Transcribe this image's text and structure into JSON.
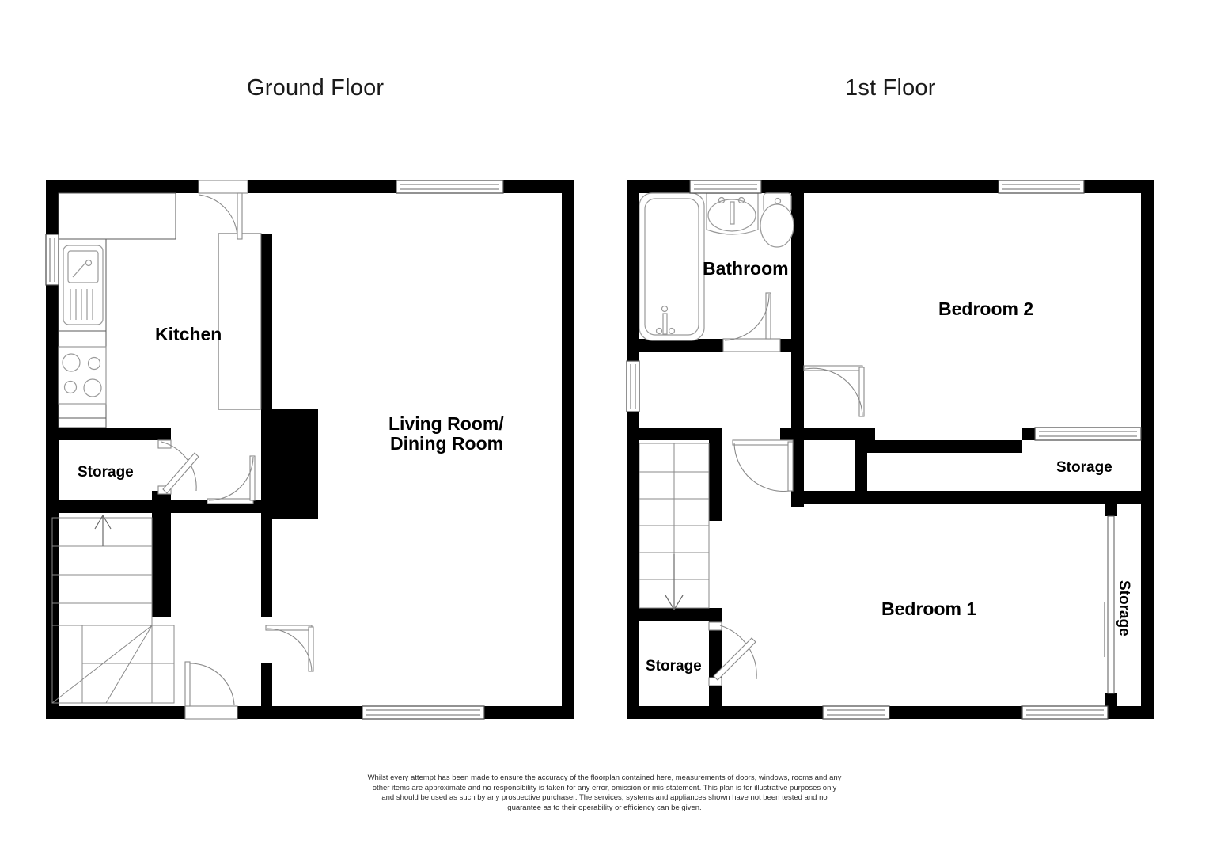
{
  "document": {
    "type": "floorplan",
    "background_color": "#ffffff",
    "wall_color": "#000000"
  },
  "floors": [
    {
      "id": "ground",
      "title": "Ground Floor",
      "rooms": [
        {
          "name": "Kitchen",
          "label": "Kitchen"
        },
        {
          "name": "Living Room/Dining Room",
          "label_line1": "Living Room/",
          "label_line2": "Dining Room"
        },
        {
          "name": "Storage",
          "label": "Storage"
        }
      ],
      "fixtures": [
        "sink-with-drainer",
        "hob-four-ring",
        "worktop-run",
        "staircase-up"
      ],
      "openings": [
        "front-door",
        "internal-door-hall",
        "internal-door-storage",
        "internal-door-living",
        "window-kitchen-left",
        "window-living-top",
        "window-living-bottom"
      ]
    },
    {
      "id": "first",
      "title": "1st Floor",
      "rooms": [
        {
          "name": "Bathroom",
          "label": "Bathroom"
        },
        {
          "name": "Bedroom 2",
          "label": "Bedroom 2"
        },
        {
          "name": "Bedroom 1",
          "label": "Bedroom 1"
        },
        {
          "name": "Storage (landing cupboard)",
          "label": "Storage"
        },
        {
          "name": "Storage (bedroom 1 right)",
          "label": "Storage"
        },
        {
          "name": "Storage (stairs cupboard)",
          "label": "Storage"
        }
      ],
      "fixtures": [
        "bath",
        "wash-basin",
        "wc",
        "staircase-down"
      ],
      "openings": [
        "door-bathroom",
        "door-bedroom2",
        "door-bedroom1",
        "door-storage",
        "window-bathroom",
        "window-bedroom2-top",
        "window-landing-left",
        "window-bedroom1-bottom-left",
        "window-bedroom1-bottom-right",
        "window-storage-top"
      ]
    }
  ],
  "labels": {
    "kitchen": "Kitchen",
    "living_line1": "Living Room/",
    "living_line2": "Dining Room",
    "storage": "Storage",
    "bathroom": "Bathroom",
    "bedroom1": "Bedroom 1",
    "bedroom2": "Bedroom 2"
  },
  "disclaimer": "Whilst every attempt has been made to ensure the accuracy of the floorplan contained here, measurements of doors, windows, rooms and any other items are approximate and no responsibility is taken for any error, omission or mis-statement. This plan is for illustrative purposes only and should be used as such by any prospective purchaser. The services, systems and appliances shown have not been tested and no guarantee as to their operability or efficiency can be given."
}
